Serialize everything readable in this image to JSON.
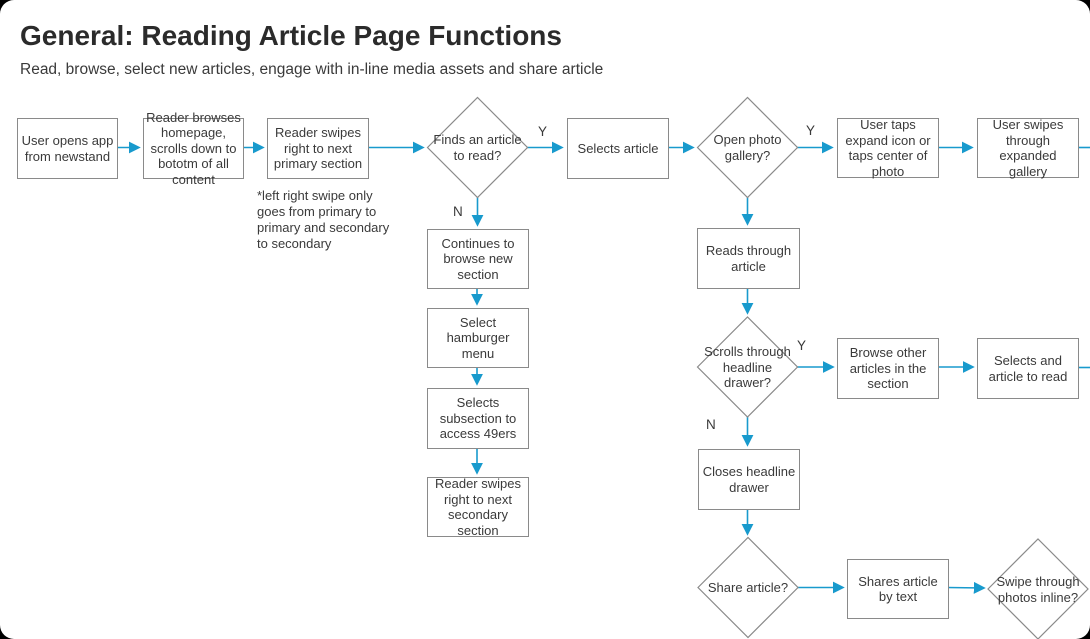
{
  "header": {
    "title": "General: Reading Article Page Functions",
    "subtitle": "Read, browse, select new articles, engage with in-line media assets and share article"
  },
  "colors": {
    "connector": "#189acd",
    "shape_border": "#8a8a8a",
    "shape_fill": "#ffffff",
    "text": "#3a3a3a",
    "canvas": "#ffffff"
  },
  "flowchart": {
    "note": "*left right swipe only\ngoes from primary to\nprimary and secondary\nto secondary",
    "labels": {
      "yes": "Y",
      "no": "N"
    },
    "nodes": [
      {
        "id": "open-app",
        "type": "process",
        "label": "User opens app\nfrom newstand"
      },
      {
        "id": "browse-homepage",
        "type": "process",
        "label": "Reader browses\nhomepage,\nscrolls down to\nbototm of all\ncontent"
      },
      {
        "id": "swipe-primary",
        "type": "process",
        "label": "Reader swipes\nright to next\nprimary section"
      },
      {
        "id": "finds-article",
        "type": "decision",
        "label": "Finds an article\nto read?"
      },
      {
        "id": "selects-article",
        "type": "process",
        "label": "Selects article"
      },
      {
        "id": "open-gallery",
        "type": "decision",
        "label": "Open photo\ngallery?"
      },
      {
        "id": "taps-expand",
        "type": "process",
        "label": "User taps\nexpand icon or\ntaps center of\nphoto"
      },
      {
        "id": "swipes-gallery",
        "type": "process",
        "label": "User swipes\nthrough\nexpanded\ngallery"
      },
      {
        "id": "continues-browse",
        "type": "process",
        "label": "Continues to\nbrowse new\nsection"
      },
      {
        "id": "select-hamburger",
        "type": "process",
        "label": "Select\nhamburger\nmenu"
      },
      {
        "id": "selects-subsection",
        "type": "process",
        "label": "Selects\nsubsection to\naccess 49ers"
      },
      {
        "id": "swipe-secondary",
        "type": "process",
        "label": "Reader swipes\nright to next\nsecondary\nsection"
      },
      {
        "id": "reads-article",
        "type": "process",
        "label": "Reads through\narticle"
      },
      {
        "id": "scrolls-drawer",
        "type": "decision",
        "label": "Scrolls through\nheadline\ndrawer?"
      },
      {
        "id": "browse-other",
        "type": "process",
        "label": "Browse other\narticles in the\nsection"
      },
      {
        "id": "selects-and-article",
        "type": "process",
        "label": "Selects and\narticle to read"
      },
      {
        "id": "closes-drawer",
        "type": "process",
        "label": "Closes headline\ndrawer"
      },
      {
        "id": "share-article",
        "type": "decision",
        "label": "Share article?"
      },
      {
        "id": "shares-text",
        "type": "process",
        "label": "Shares article\nby text"
      },
      {
        "id": "swipe-photos",
        "type": "decision",
        "label": "Swipe through\nphotos inline?"
      }
    ]
  }
}
